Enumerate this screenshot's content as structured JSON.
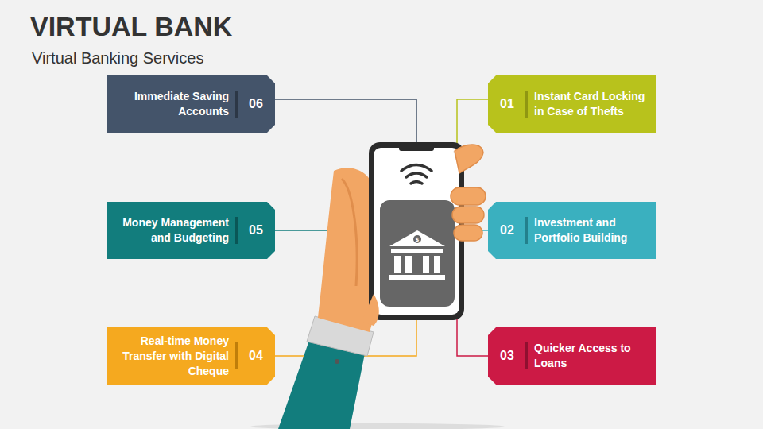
{
  "diagram": {
    "title": "VIRTUAL BANK",
    "caption": "Virtual Banking Services",
    "nodes": [
      {
        "text": [
          "01",
          "Instant Card Locking in Case of Thefts"
        ]
      },
      {
        "text": [
          "02",
          "Investment and Portfolio Building"
        ]
      },
      {
        "text": [
          "03",
          "Quicker Access to Loans"
        ]
      },
      {
        "text": [
          "04",
          "Real-time Money Transfer with Digital Cheque"
        ]
      },
      {
        "text": [
          "05",
          "Money Management and Budgeting"
        ]
      },
      {
        "text": [
          "06",
          "Immediate Saving Accounts"
        ]
      }
    ]
  }
}
